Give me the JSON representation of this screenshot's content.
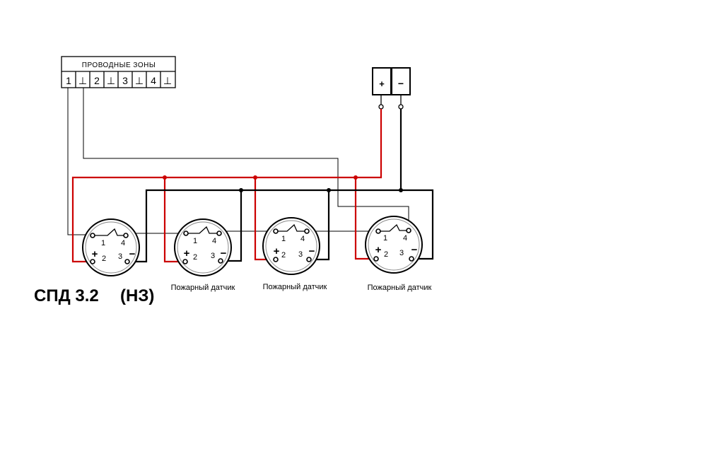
{
  "zone_block": {
    "title": "ПРОВОДНЫЕ ЗОНЫ",
    "cells": [
      "1",
      "⊥",
      "2",
      "⊥",
      "3",
      "⊥",
      "4",
      "⊥"
    ]
  },
  "power_block": {
    "plus": "+",
    "minus": "−"
  },
  "detector": {
    "pin1": "1",
    "pin2": "2",
    "pin3": "3",
    "pin4": "4",
    "plus": "+",
    "minus": "−",
    "caption": "Пожарный датчик"
  },
  "title_main": "СПД 3.2",
  "title_suffix": "(НЗ)",
  "colors": {
    "wire_red": "#cc0000",
    "wire_black": "#000000"
  }
}
